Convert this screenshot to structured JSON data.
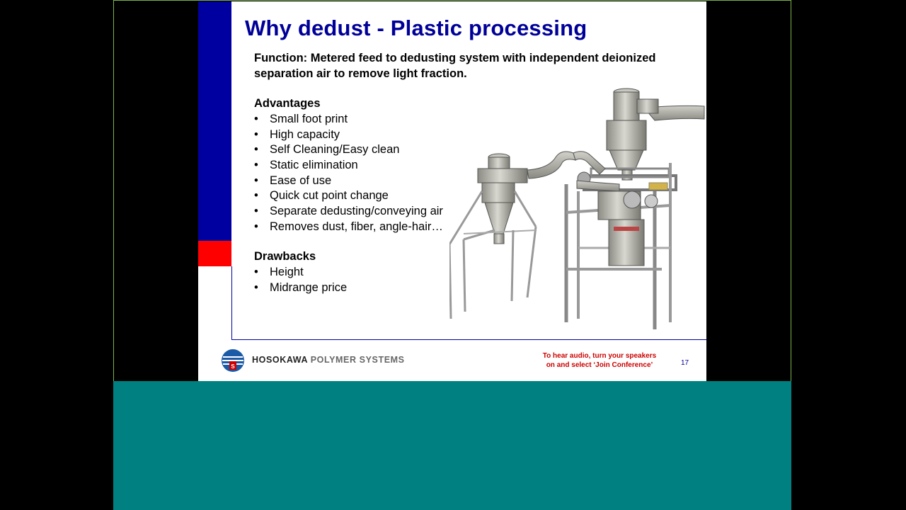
{
  "slide": {
    "title": "Why dedust - Plastic processing",
    "function_text": "Function: Metered feed to dedusting system with independent deionized separation air to remove light fraction.",
    "advantages_heading": "Advantages",
    "advantages": [
      "Small foot print",
      "High capacity",
      "Self Cleaning/Easy clean",
      "Static elimination",
      "Ease of use",
      "Quick cut point change",
      "Separate dedusting/conveying air",
      "Removes dust, fiber, angle-hair…"
    ],
    "drawbacks_heading": "Drawbacks",
    "drawbacks": [
      "Height",
      "Midrange price"
    ],
    "bullet": "•",
    "brand_part1": "HOSOKAWA",
    "brand_part2": "POLYMER SYSTEMS",
    "audio_line1": "To hear audio, turn your speakers",
    "audio_line2": "on and select ‘Join Conference’",
    "page_number": "17"
  },
  "colors": {
    "title": "#000099",
    "accent_blue": "#0000a0",
    "accent_red": "#ff0000",
    "teal": "#008080",
    "audio_red": "#cc0000"
  },
  "icons": {
    "logo": "hosokawa-globe-logo",
    "illustration": "dedusting-machine-illustration"
  }
}
